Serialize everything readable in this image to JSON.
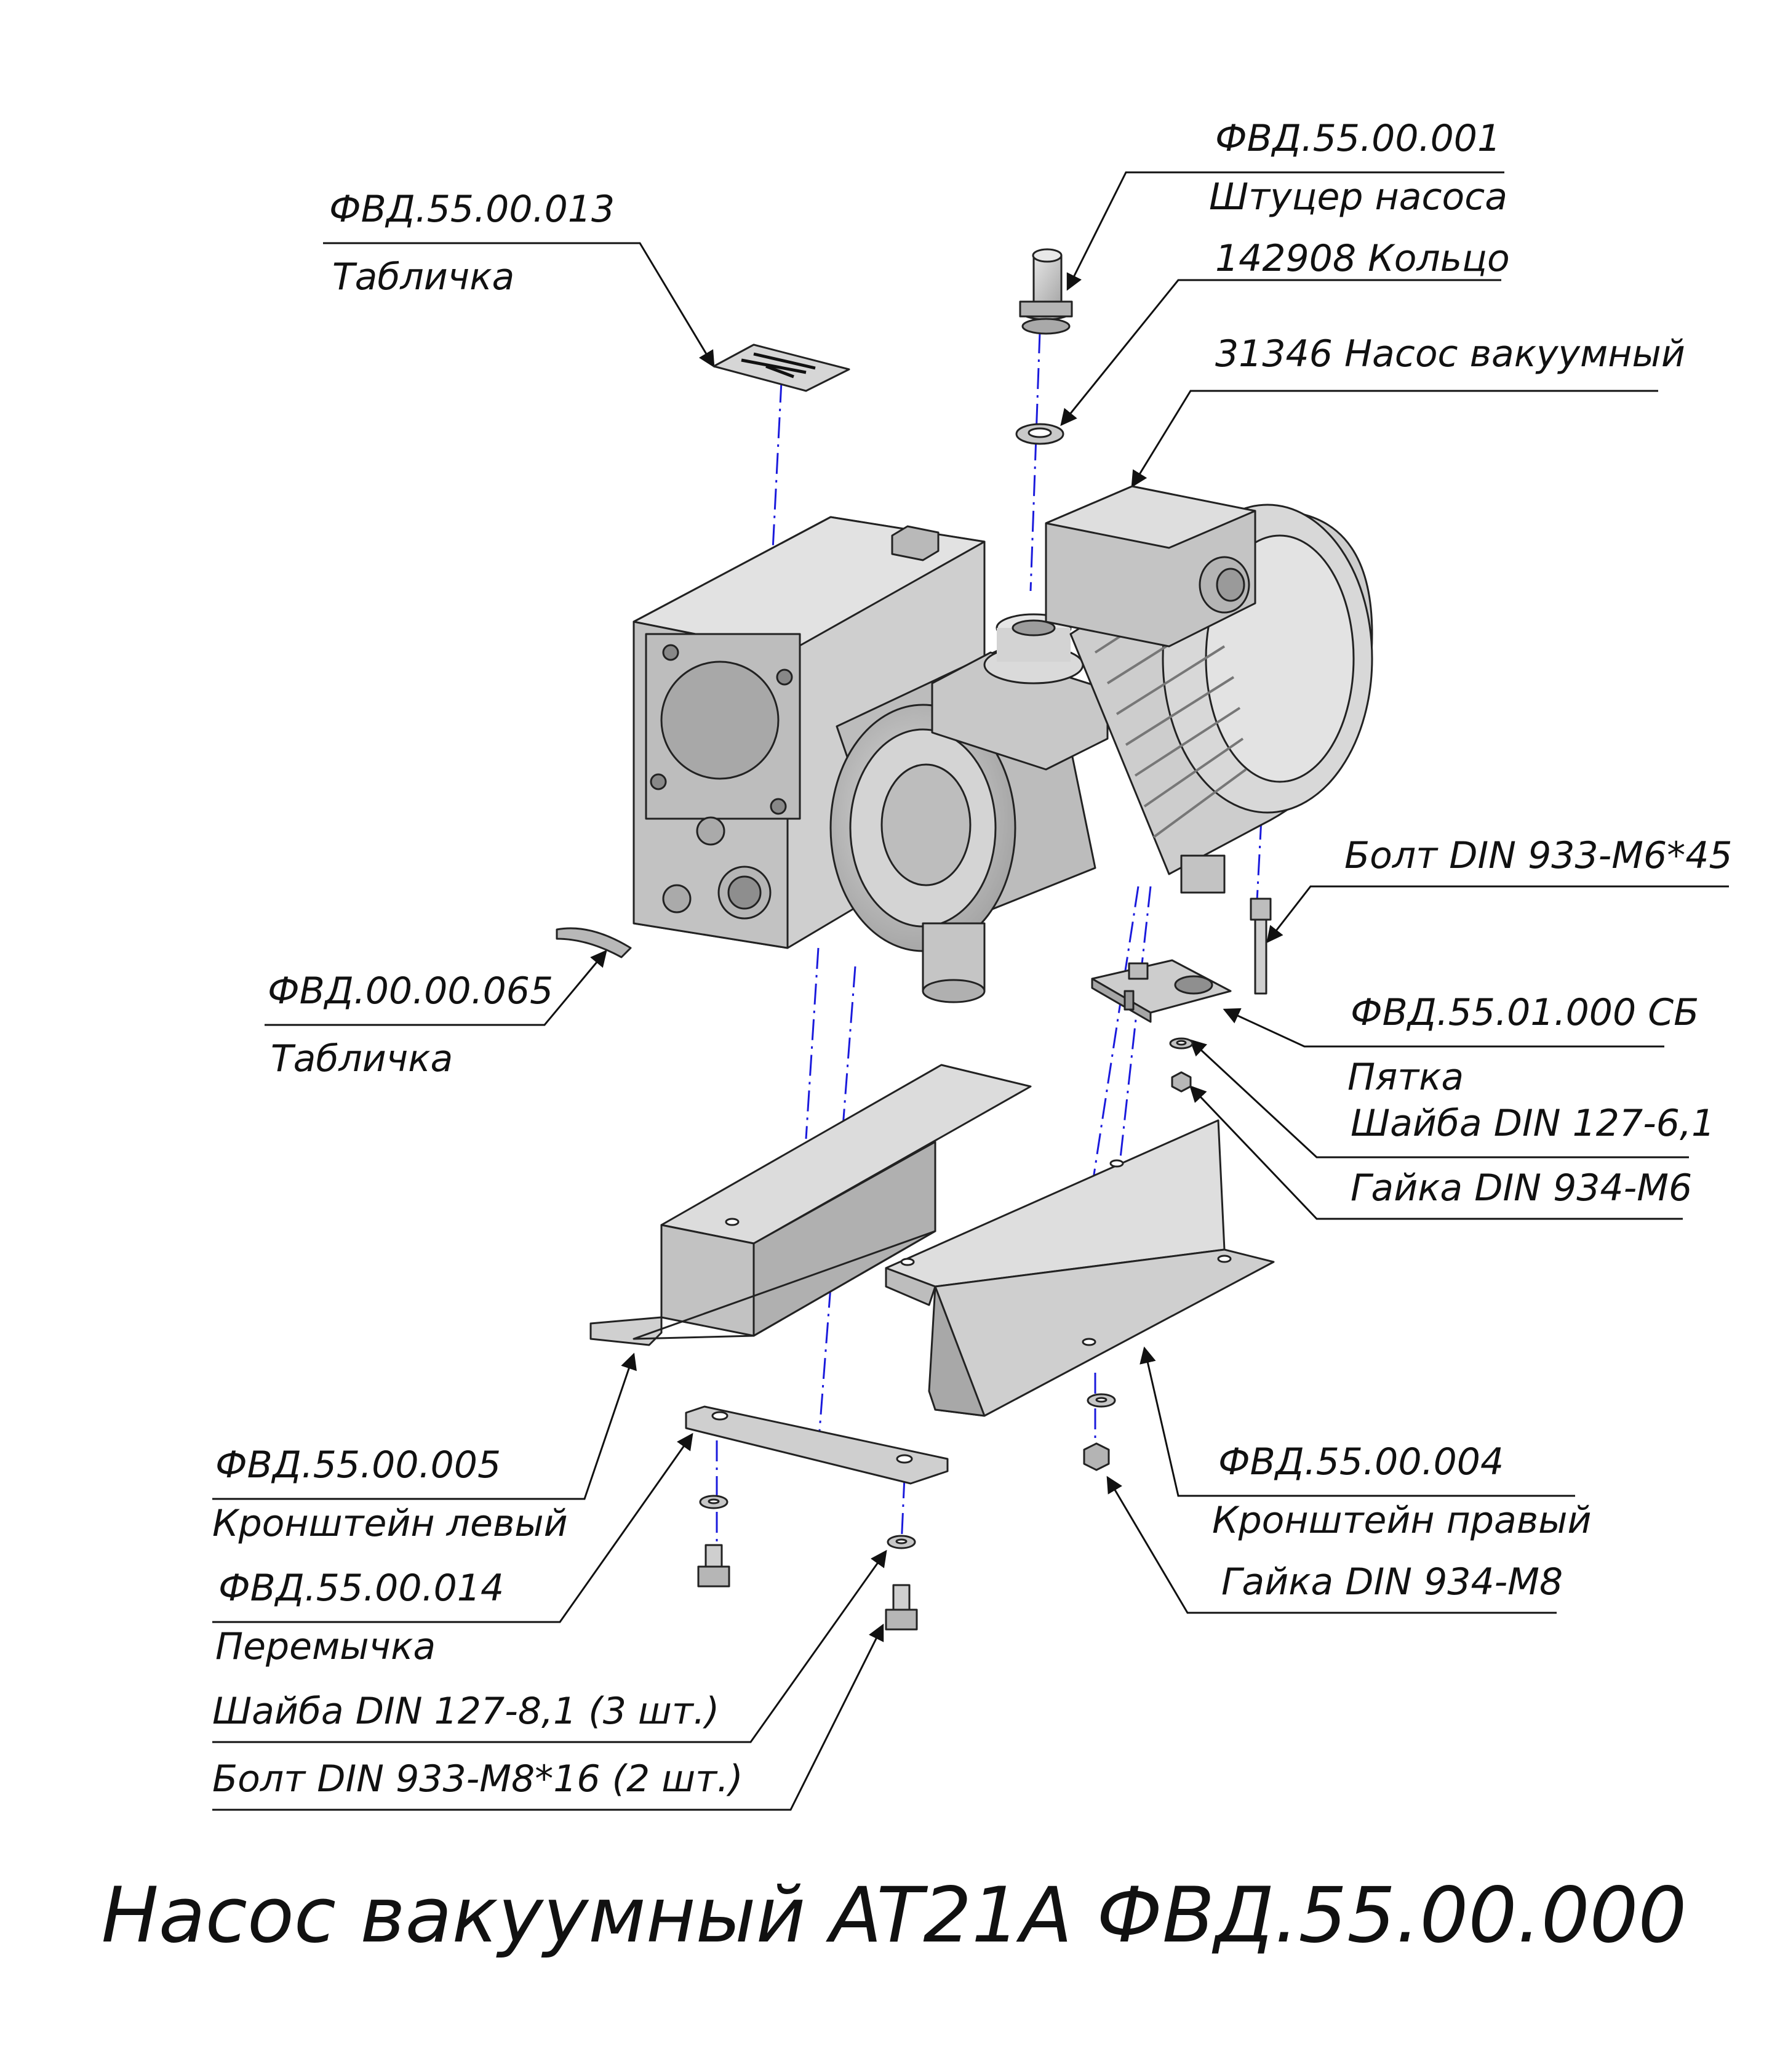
{
  "title": "Насос вакуумный AT21A ФВД.55.00.000",
  "callouts": {
    "fitting_code": "ФВД.55.00.001",
    "fitting_name": "Штуцер насоса",
    "ring": "142908 Кольцо",
    "pump": "31346 Насос вакуумный",
    "plate_top_code": "ФВД.55.00.013",
    "plate_top_name": "Табличка",
    "bolt_m6": "Болт DIN 933-M6*45",
    "heel_assembly": "ФВД.55.01.000 СБ",
    "heel": "Пятка",
    "washer_6": "Шайба DIN 127-6,1",
    "nut_m6": "Гайка DIN 934-M6",
    "plate_side_code": "ФВД.00.00.065",
    "plate_side_name": "Табличка",
    "bracket_left_code": "ФВД.55.00.005",
    "bracket_left_name": "Кронштейн левый",
    "jumper_code": "ФВД.55.00.014",
    "jumper_name": "Перемычка",
    "washer_8": "Шайба DIN 127-8,1 (3 шт.)",
    "bolt_m8": "Болт DIN 933-M8*16 (2 шт.)",
    "bracket_right_code": "ФВД.55.00.004",
    "bracket_right_name": "Кронштейн правый",
    "nut_m8": "Гайка DIN 934-M8"
  },
  "colors": {
    "ink": "#111111",
    "axis": "#1a1adc",
    "metal": "#c9c9c9",
    "metal_dark": "#9e9e9e",
    "metal_light": "#e4e4e4"
  }
}
